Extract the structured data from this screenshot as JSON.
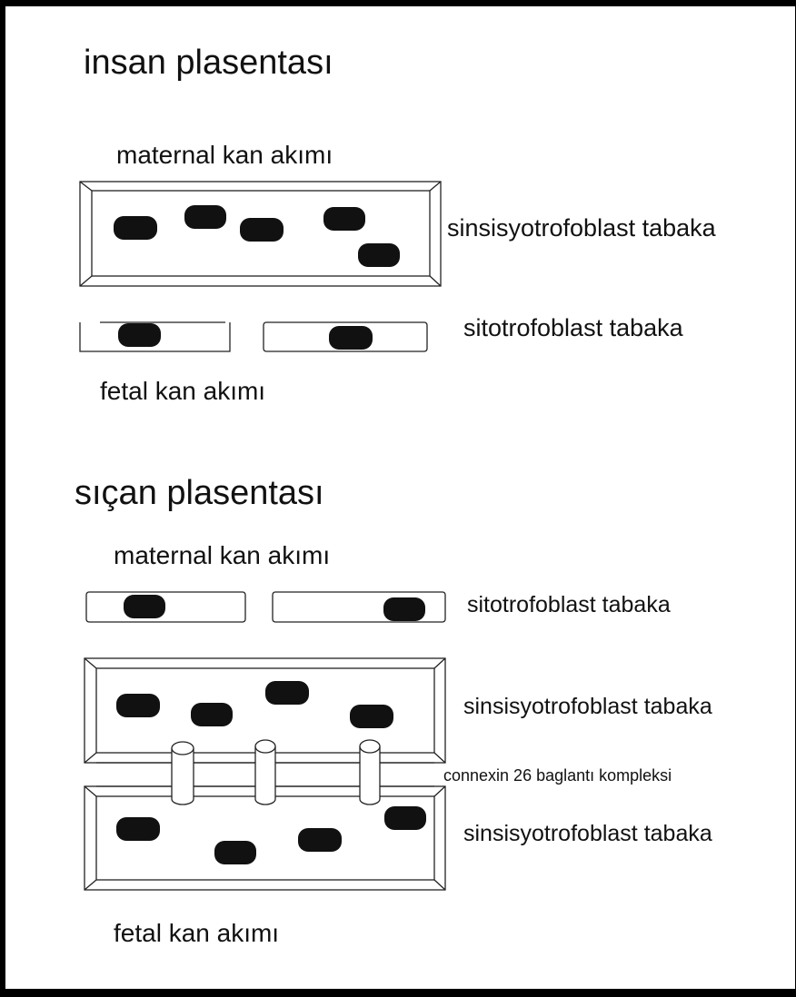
{
  "human": {
    "title": "insan plasentası",
    "maternal_label": "maternal kan akımı",
    "syncytio_label": "sinsisyotrofoblast tabaka",
    "cyto_label": "sitotrofoblast tabaka",
    "fetal_label": "fetal kan akımı"
  },
  "rat": {
    "title": "sıçan plasentası",
    "maternal_label": "maternal kan akımı",
    "cyto_label": "sitotrofoblast tabaka",
    "syncytio_label_1": "sinsisyotrofoblast tabaka",
    "connexin_label": "connexin 26 baglantı kompleksi",
    "syncytio_label_2": "sinsisyotrofoblast tabaka",
    "fetal_label": "fetal kan akımı"
  },
  "colors": {
    "ink": "#111111",
    "background": "#ffffff"
  }
}
